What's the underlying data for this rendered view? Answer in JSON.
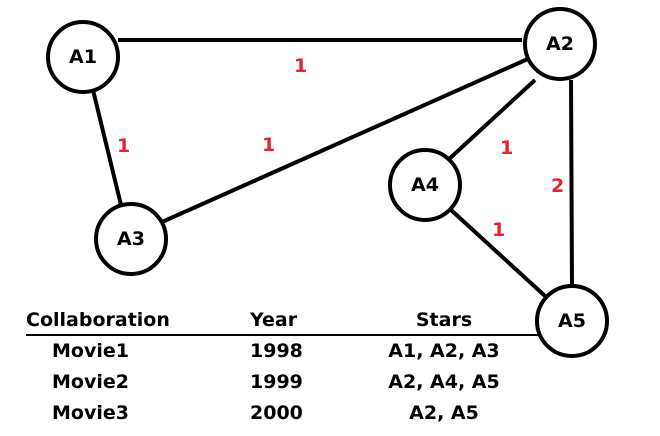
{
  "graph": {
    "nodes": [
      {
        "id": "A1",
        "label": "A1"
      },
      {
        "id": "A2",
        "label": "A2"
      },
      {
        "id": "A3",
        "label": "A3"
      },
      {
        "id": "A4",
        "label": "A4"
      },
      {
        "id": "A5",
        "label": "A5"
      }
    ],
    "edges": [
      {
        "from": "A1",
        "to": "A2",
        "weight": "1"
      },
      {
        "from": "A1",
        "to": "A3",
        "weight": "1"
      },
      {
        "from": "A3",
        "to": "A2",
        "weight": "1"
      },
      {
        "from": "A2",
        "to": "A4",
        "weight": "1"
      },
      {
        "from": "A2",
        "to": "A5",
        "weight": "2"
      },
      {
        "from": "A4",
        "to": "A5",
        "weight": "1"
      }
    ],
    "colors": {
      "edge": "#000000",
      "node_fill": "#ffffff",
      "weight": "#e8212b"
    }
  },
  "table": {
    "headers": [
      "Collaboration",
      "Year",
      "Stars"
    ],
    "rows": [
      [
        "Movie1",
        "1998",
        "A1, A2, A3"
      ],
      [
        "Movie2",
        "1999",
        "A2, A4, A5"
      ],
      [
        "Movie3",
        "2000",
        "A2, A5"
      ]
    ]
  }
}
